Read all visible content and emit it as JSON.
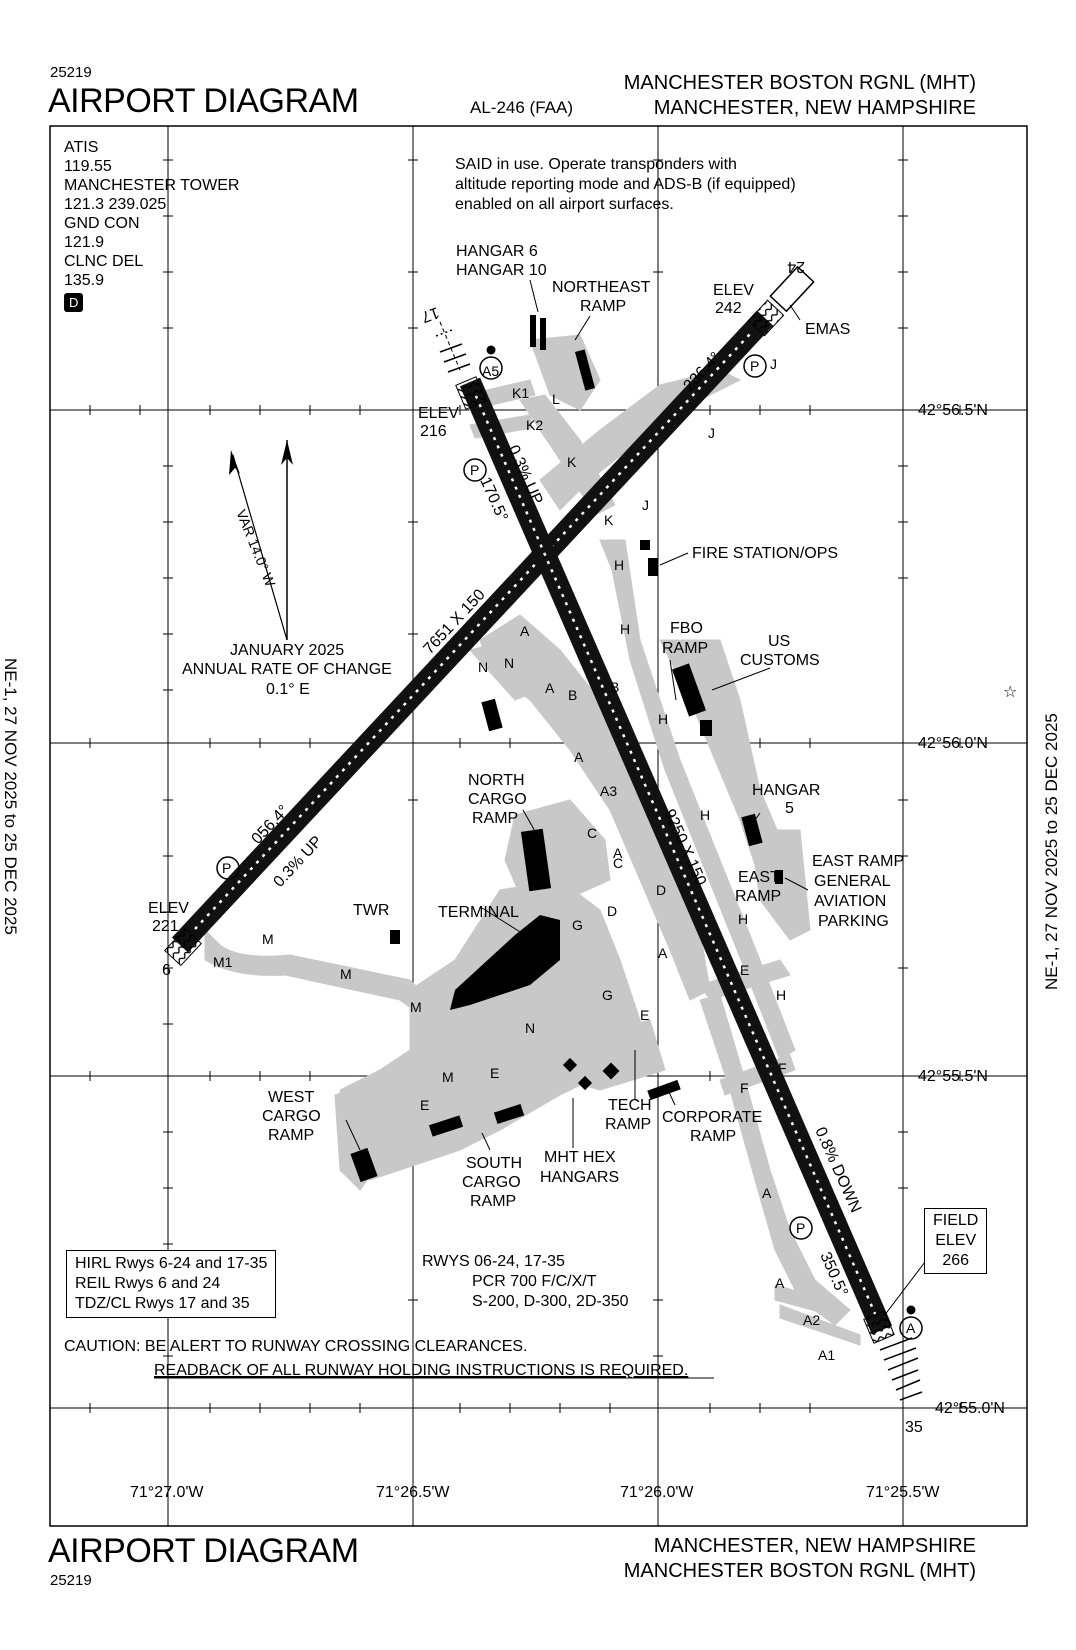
{
  "header": {
    "chart_number_top": "25219",
    "title_top": "AIRPORT DIAGRAM",
    "faa_code": "AL-246 (FAA)",
    "airport_name": "MANCHESTER BOSTON RGNL (MHT)",
    "city_state": "MANCHESTER, NEW HAMPSHIRE"
  },
  "footer": {
    "title_bottom": "AIRPORT DIAGRAM",
    "chart_number_bottom": "25219",
    "city_state": "MANCHESTER, NEW HAMPSHIRE",
    "airport_name": "MANCHESTER BOSTON RGNL (MHT)"
  },
  "side_text": {
    "left": "NE-1, 27 NOV 2025 to 25 DEC 2025",
    "right": "NE-1, 27 NOV 2025 to 25 DEC 2025"
  },
  "frequencies": {
    "atis_label": "ATIS",
    "atis_freq": "119.55",
    "tower_label": "MANCHESTER TOWER",
    "tower_freq": "121.3 239.025",
    "gnd_label": "GND CON",
    "gnd_freq": "121.9",
    "clnc_label": "CLNC DEL",
    "clnc_freq": "135.9",
    "airspace_badge": "D"
  },
  "notes": {
    "said_line1": "SAID in use. Operate transponders with",
    "said_line2": "altitude reporting mode and ADS-B (if equipped)",
    "said_line3": "enabled on all airport surfaces.",
    "var": "VAR 14.0° W",
    "roc_line1": "JANUARY 2025",
    "roc_line2": "ANNUAL RATE OF CHANGE",
    "roc_line3": "0.1° E",
    "lighting_line1": "HIRL Rwys 6-24 and 17-35",
    "lighting_line2": "REIL Rwys 6 and 24",
    "lighting_line3": "TDZ/CL Rwys 17 and 35",
    "rwys_line1": "RWYS 06-24, 17-35",
    "rwys_line2": "PCR 700 F/C/X/T",
    "rwys_line3": "S-200, D-300, 2D-350",
    "caution_line1": "CAUTION: BE ALERT TO RUNWAY CROSSING CLEARANCES.",
    "caution_line2": "READBACK OF ALL RUNWAY HOLDING INSTRUCTIONS IS REQUIRED.",
    "field_elev_line1": "FIELD",
    "field_elev_line2": "ELEV",
    "field_elev_value": "266"
  },
  "runways": {
    "rwy_6_24_dims": "7651 X 150",
    "rwy_17_35_dims": "9250 X 150",
    "hdg_236": "236.4°",
    "hdg_056": "056.4°",
    "hdg_170": "170.5°",
    "hdg_350": "350.5°",
    "grad_17": "0.3% UP",
    "grad_6": "0.3% UP",
    "grad_35": "0.8% DOWN",
    "end_6": "6",
    "end_24": "24",
    "end_17": "17",
    "end_35": "35",
    "elev_24_label": "ELEV",
    "elev_24_value": "242",
    "elev_17_label": "ELEV",
    "elev_17_value": "216",
    "elev_6_label": "ELEV",
    "elev_6_value": "221",
    "emas": "EMAS"
  },
  "facilities": {
    "hangar6": "HANGAR 6",
    "hangar10": "HANGAR 10",
    "ne_ramp_1": "NORTHEAST",
    "ne_ramp_2": "RAMP",
    "fire_station": "FIRE STATION/OPS",
    "fbo_1": "FBO",
    "fbo_2": "RAMP",
    "customs_1": "US",
    "customs_2": "CUSTOMS",
    "hangar5_1": "HANGAR",
    "hangar5_2": "5",
    "north_cargo_1": "NORTH",
    "north_cargo_2": "CARGO",
    "north_cargo_3": "RAMP",
    "east_ramp_1": "EAST",
    "east_ramp_2": "RAMP",
    "ga_1": "EAST RAMP",
    "ga_2": "GENERAL",
    "ga_3": "AVIATION",
    "ga_4": "PARKING",
    "twr": "TWR",
    "terminal": "TERMINAL",
    "west_cargo_1": "WEST",
    "west_cargo_2": "CARGO",
    "west_cargo_3": "RAMP",
    "south_cargo_1": "SOUTH",
    "south_cargo_2": "CARGO",
    "south_cargo_3": "RAMP",
    "tech_1": "TECH",
    "tech_2": "RAMP",
    "corporate_1": "CORPORATE",
    "corporate_2": "RAMP",
    "hex_1": "MHT HEX",
    "hex_2": "HANGARS"
  },
  "taxiways": {
    "K1": "K1",
    "K2": "K2",
    "K": "K",
    "J": "J",
    "H": "H",
    "A": "A",
    "A2": "A2",
    "A3": "A3",
    "A1": "A1",
    "A5": "A5",
    "B": "B",
    "C": "C",
    "D": "D",
    "G": "G",
    "E": "E",
    "F": "F",
    "N": "N",
    "M": "M",
    "M1": "M1",
    "L": "L",
    "P": "P"
  },
  "coordinates": {
    "lat_1": "42°56.5'N",
    "lat_2": "42°56.0'N",
    "lat_3": "42°55.5'N",
    "lat_4": "42°55.0'N",
    "lon_1": "71°27.0'W",
    "lon_2": "71°26.5'W",
    "lon_3": "71°26.0'W",
    "lon_4": "71°25.5'W"
  },
  "colors": {
    "runway": "#111111",
    "pavement": "#c8c8c8",
    "grid": "#000000"
  }
}
